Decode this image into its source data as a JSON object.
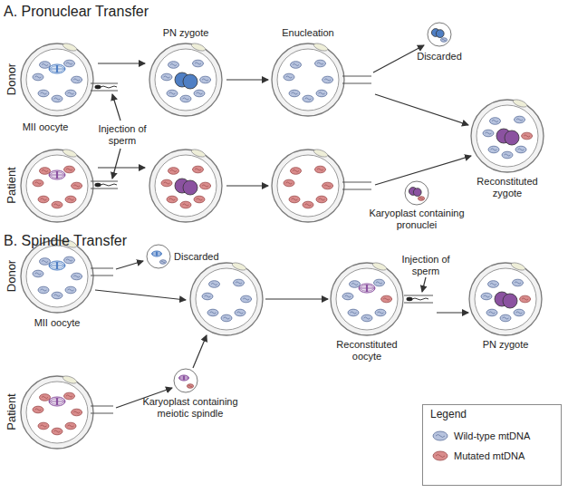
{
  "diagram": {
    "labels": [
      "A. Pronuclear Transfer",
      "Donor",
      "Patient",
      "MII oocyte",
      "Injection of sperm",
      "PN zygote",
      "Enucleation",
      "Discarded",
      "Karyoplast containing pronuclei",
      "Reconstituted zygote",
      "B. Spindle Transfer",
      "Donor",
      "Patient",
      "MII oocyte",
      "Discarded",
      "Karyoplast containing meiotic spindle",
      "Reconstituted oocyte",
      "Injection of sperm",
      "PN zygote",
      "Legend"
    ],
    "legend": [
      {
        "text": "Wild-type mtDNA",
        "color": "#b7c3de"
      },
      {
        "text": "Mutated mtDNA",
        "color": "#d98c8c"
      }
    ]
  }
}
